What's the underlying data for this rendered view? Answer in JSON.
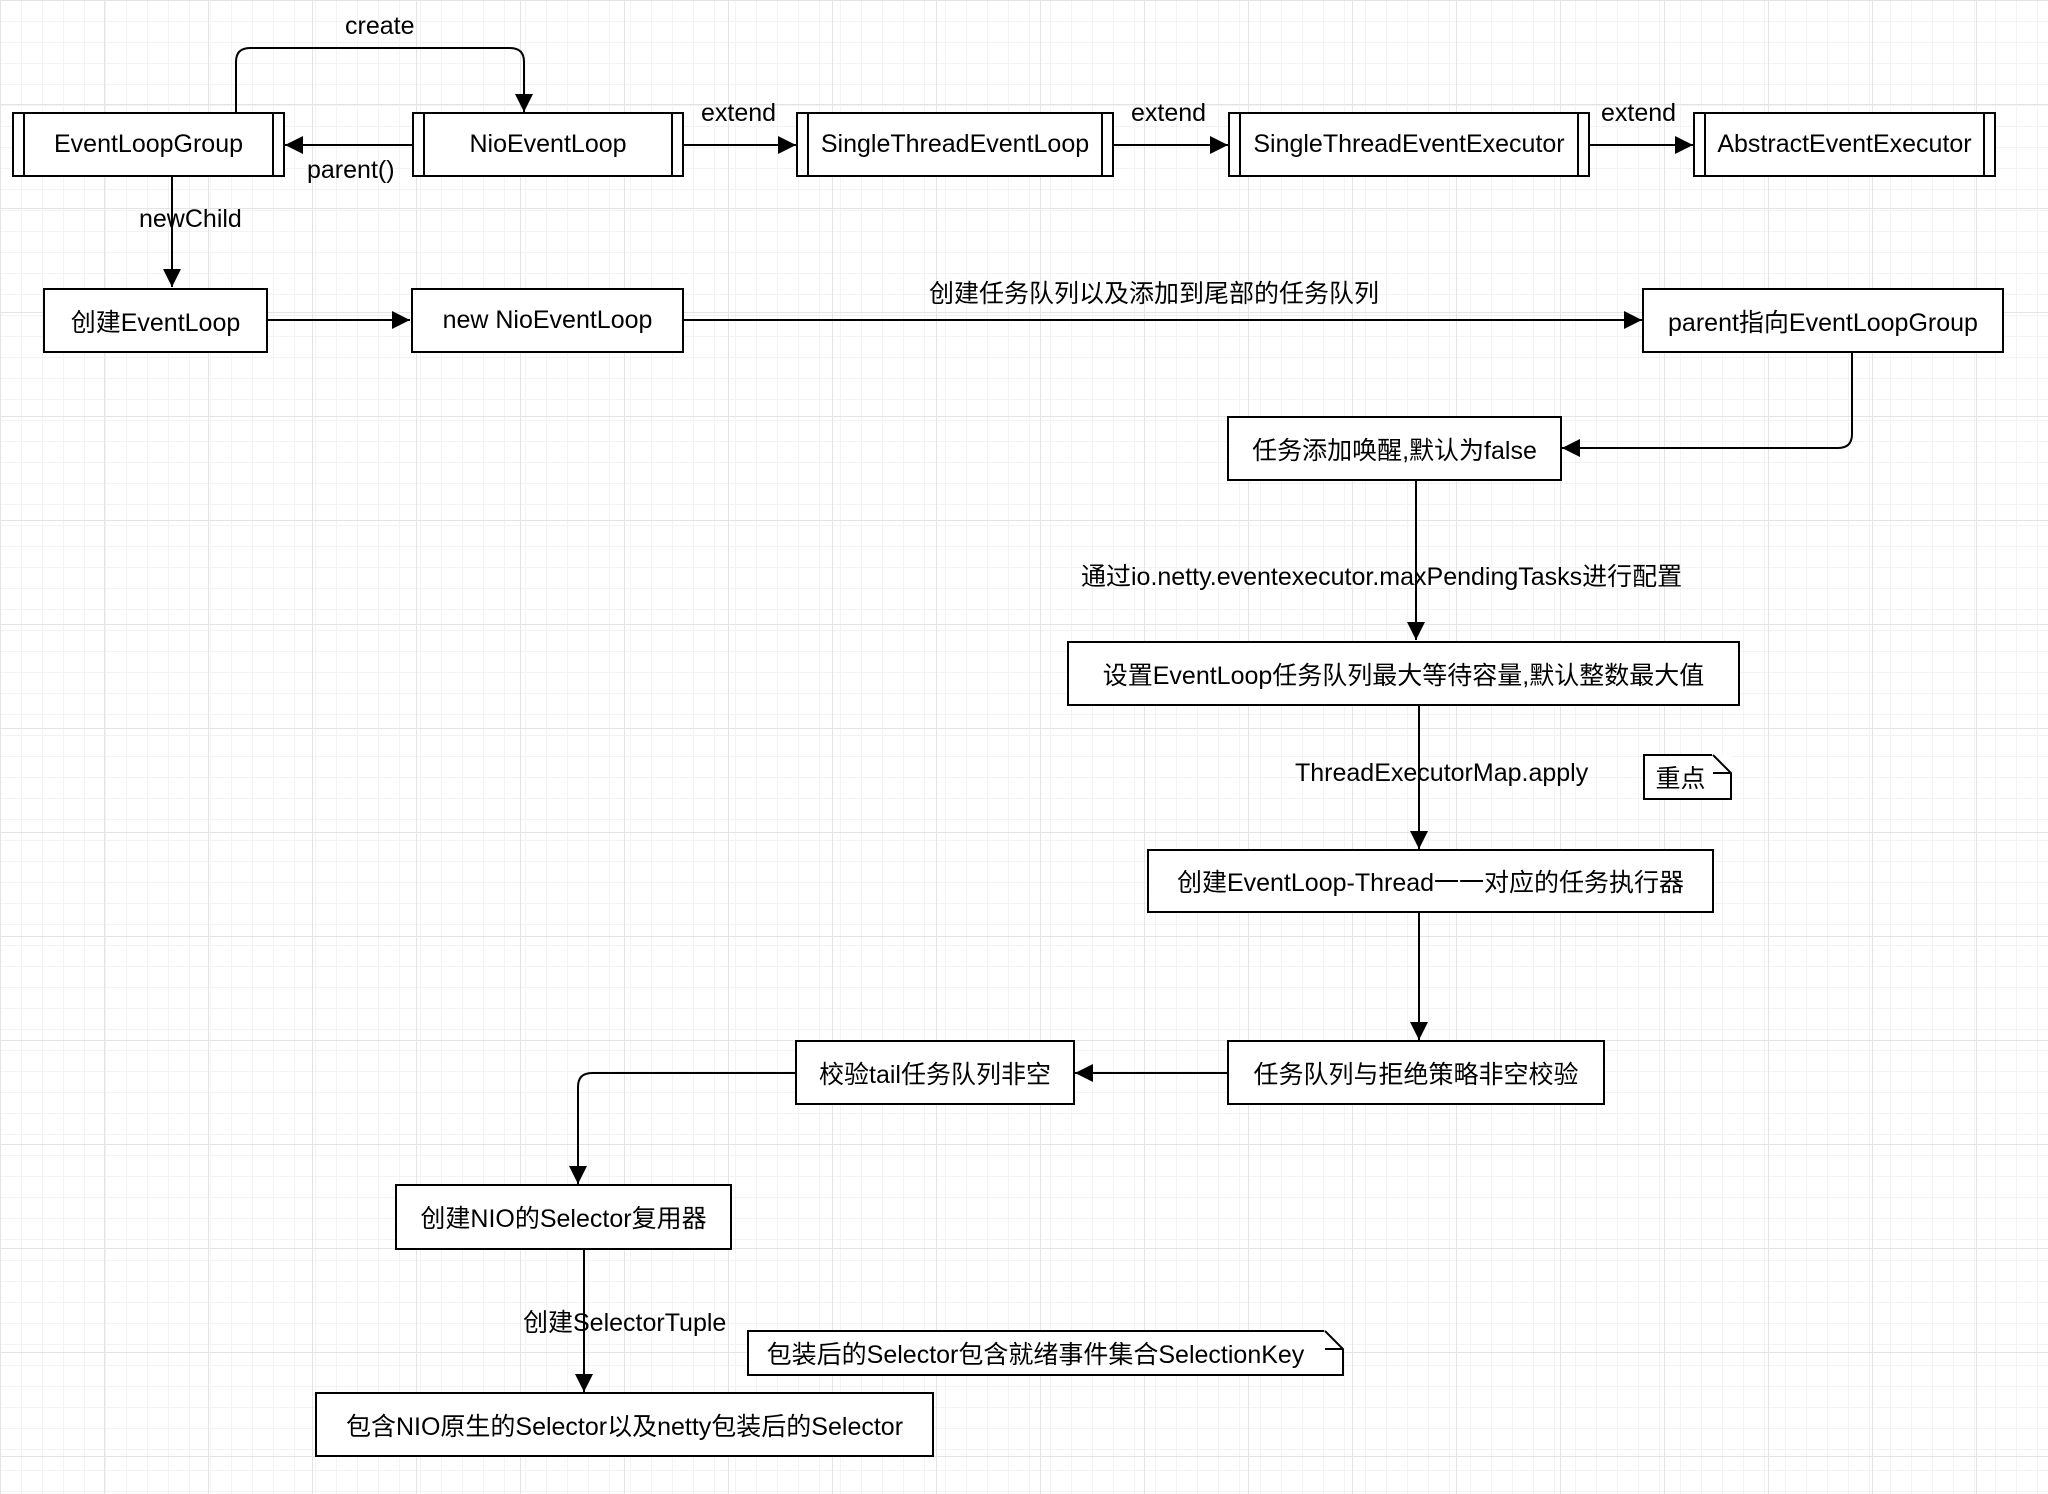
{
  "classes": {
    "event_loop_group": "EventLoopGroup",
    "nio_event_loop": "NioEventLoop",
    "single_thread_event_loop": "SingleThreadEventLoop",
    "single_thread_event_executor": "SingleThreadEventExecutor",
    "abstract_event_executor": "AbstractEventExecutor"
  },
  "edge_labels": {
    "create": "create",
    "parent": "parent()",
    "extend_1": "extend",
    "extend_2": "extend",
    "extend_3": "extend",
    "new_child": "newChild",
    "create_queues": "创建任务队列以及添加到尾部的任务队列",
    "config_max_pending": "通过io.netty.eventexecutor.maxPendingTasks进行配置",
    "thread_executor_map": "ThreadExecutorMap.apply",
    "create_selector_tuple": "创建SelectorTuple"
  },
  "steps": {
    "create_event_loop": "创建EventLoop",
    "new_nio_event_loop": "new NioEventLoop",
    "parent_to_group": "parent指向EventLoopGroup",
    "wakeup_default": "任务添加唤醒,默认为false",
    "set_max_capacity": "设置EventLoop任务队列最大等待容量,默认整数最大值",
    "create_thread_executor": "创建EventLoop-Thread一一对应的任务执行器",
    "check_queue_reject": "任务队列与拒绝策略非空校验",
    "check_tail_queue": "校验tail任务队列非空",
    "create_nio_selector": "创建NIO的Selector复用器",
    "selector_both": "包含NIO原生的Selector以及netty包装后的Selector"
  },
  "notes": {
    "key_point": "重点",
    "selector_note": "包装后的Selector包含就绪事件集合SelectionKey"
  }
}
